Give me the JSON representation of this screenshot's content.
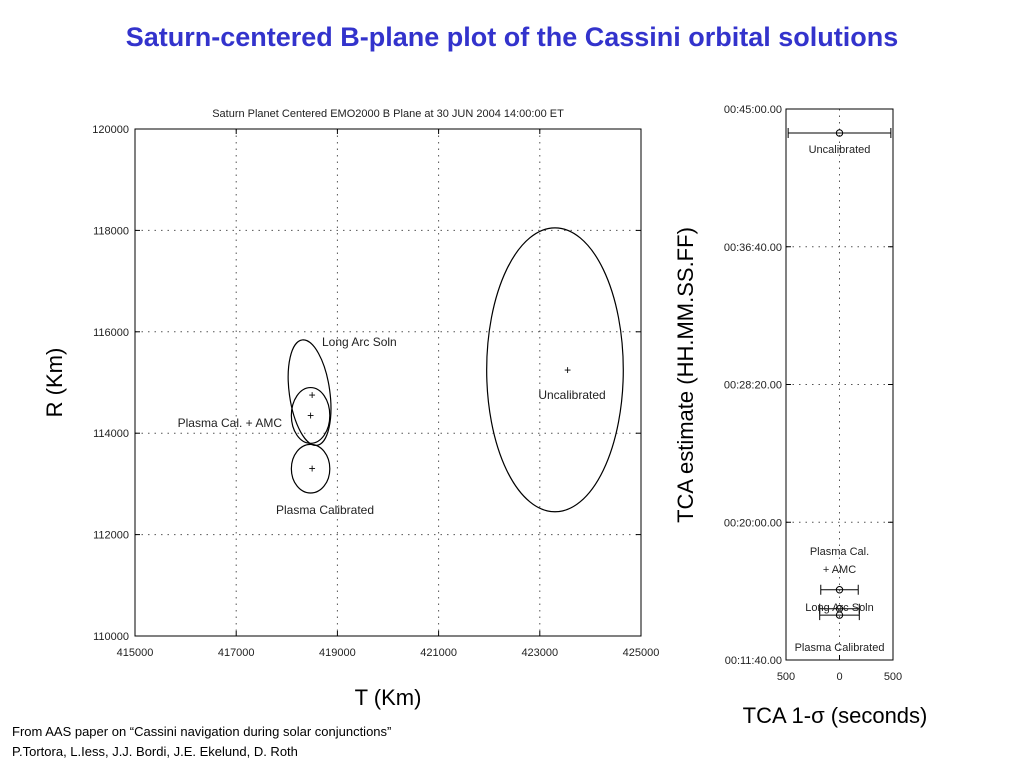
{
  "slide_title": "Saturn-centered B-plane plot of the Cassini orbital solutions",
  "caption_line1": "From AAS paper on “Cassini navigation during solar conjunctions”",
  "caption_line2": "P.Tortora, L.Iess, J.J. Bordi, J.E. Ekelund, D. Roth",
  "chart_data": [
    {
      "type": "scatter",
      "title": "Saturn Planet   Centered EMO2000 B   Plane at 30   JUN   2004 14:00:00 ET",
      "xlabel": "T (Km)",
      "ylabel": "R (Km)",
      "xlim": [
        415000,
        425000
      ],
      "ylim": [
        110000,
        120000
      ],
      "xticks": [
        "415000",
        "417000",
        "419000",
        "421000",
        "423000",
        "425000"
      ],
      "yticks": [
        "110000",
        "112000",
        "114000",
        "116000",
        "118000",
        "120000"
      ],
      "grid": true,
      "solutions": [
        {
          "name": "Long Arc Soln",
          "x": 418500,
          "y": 114750,
          "ellipse": {
            "cx": 418450,
            "cy": 114800,
            "rx": 400,
            "ry": 1050,
            "rotation": -8
          }
        },
        {
          "name": "Plasma Cal. + AMC",
          "x": 418470,
          "y": 114350,
          "ellipse": {
            "cx": 418470,
            "cy": 114350,
            "rx": 380,
            "ry": 550,
            "rotation": 0
          }
        },
        {
          "name": "Plasma Calibrated",
          "x": 418500,
          "y": 113300,
          "ellipse": {
            "cx": 418470,
            "cy": 113300,
            "rx": 380,
            "ry": 480,
            "rotation": 0
          }
        },
        {
          "name": "Uncalibrated",
          "x": 423550,
          "y": 115250,
          "ellipse": {
            "cx": 423300,
            "cy": 115250,
            "rx": 1350,
            "ry": 2800,
            "rotation": 0
          }
        }
      ],
      "annotations": [
        {
          "text": "Long Arc Soln",
          "anchor": "above-right of ellipse"
        },
        {
          "text": "Plasma Cal. + AMC",
          "anchor": "left"
        },
        {
          "text": "Plasma Calibrated",
          "anchor": "below"
        },
        {
          "text": "Uncalibrated",
          "anchor": "below center"
        }
      ]
    },
    {
      "type": "scatter",
      "title": "",
      "xlabel": "TCA 1-σ (seconds)",
      "ylabel": "TCA estimate (HH.MM.SS.FF)",
      "xlim": [
        -500,
        500
      ],
      "ylim": [
        "00:11:40.00",
        "00:45:00.00"
      ],
      "ylim_seconds": [
        700,
        2700
      ],
      "xticks": [
        "500",
        "0",
        "500"
      ],
      "yticks": [
        "00:11:40.00",
        "00:20:00.00",
        "00:28:20.00",
        "00:36:40.00",
        "00:45:00.00"
      ],
      "yticks_seconds": [
        700,
        1200,
        1700,
        2200,
        2700
      ],
      "grid": true,
      "points": [
        {
          "name": "Uncalibrated",
          "y": 2700,
          "center_s": 0,
          "sigma": 480
        },
        {
          "name": "Plasma Cal.",
          "name2": "+ AMC",
          "y": 955,
          "center_s": 0,
          "sigma": 175
        },
        {
          "name": "Long Arc Soln",
          "y": 863,
          "center_s": 0,
          "sigma": 185
        },
        {
          "name": "Plasma Calibrated",
          "y": 863,
          "center_s": 0,
          "sigma": 185
        }
      ],
      "label_stack": [
        "Uncalibrated",
        "Plasma Cal.",
        "+ AMC",
        "Long Arc Soln",
        "Plasma Calibrated"
      ]
    }
  ]
}
